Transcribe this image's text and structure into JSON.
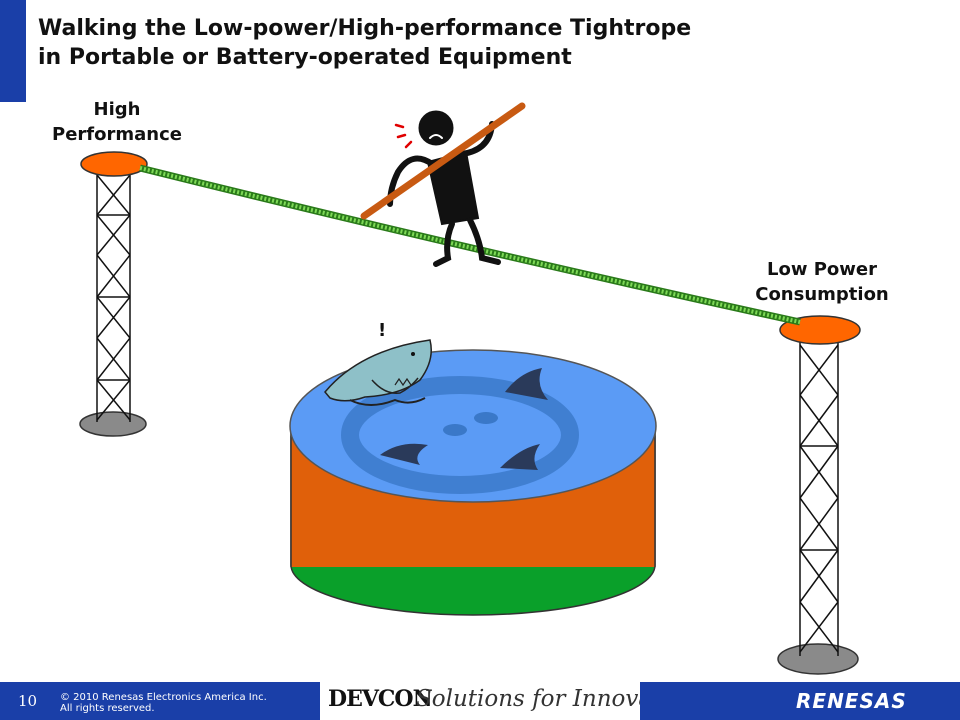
{
  "title": {
    "line1": "Walking the Low-power/High-performance Tightrope",
    "line2": "in Portable or Battery-operated Equipment"
  },
  "labels": {
    "high": {
      "line1": "High",
      "line2": "Performance"
    },
    "low": {
      "line1": "Low Power",
      "line2": "Consumption"
    }
  },
  "footer": {
    "slide_number": "10",
    "copyright_line1": "© 2010 Renesas Electronics America Inc.",
    "copyright_line2": "All rights reserved.",
    "devcon_logo": "DEVCON",
    "tagline": "Solutions for Innovation",
    "renesas_logo": "RENESAS"
  },
  "colors": {
    "accent_blue": "#1a3fa8",
    "rope_green": "#3fae2a",
    "pole_cap": "#ff6600",
    "pool_water": "#5b9bf5",
    "pool_wall": "#e0600a",
    "pool_base": "#0aa02a",
    "balance_pole": "#c85a12"
  }
}
